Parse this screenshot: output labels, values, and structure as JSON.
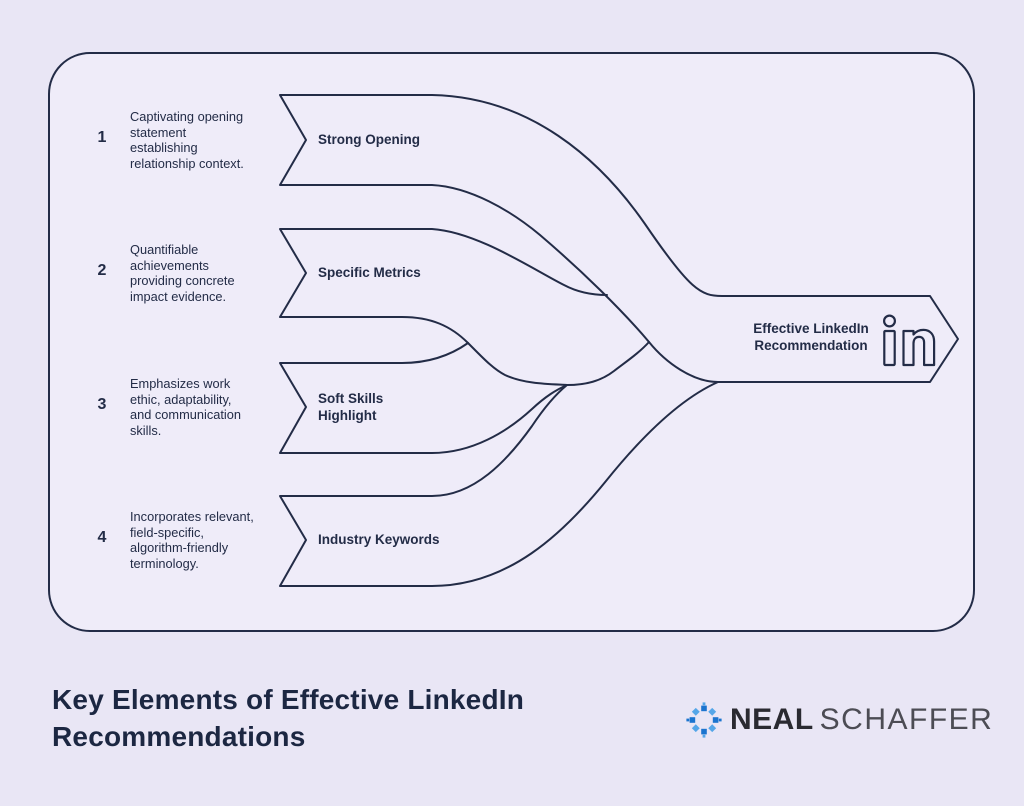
{
  "diagram": {
    "items": [
      {
        "num": "1",
        "desc": "Captivating opening statement establishing relationship context.",
        "label": "Strong Opening"
      },
      {
        "num": "2",
        "desc": "Quantifiable achievements providing concrete impact evidence.",
        "label": "Specific Metrics"
      },
      {
        "num": "3",
        "desc": "Emphasizes work ethic, adaptability, and communication skills.",
        "label": "Soft Skills Highlight"
      },
      {
        "num": "4",
        "desc": "Incorporates relevant, field-specific, algorithm-friendly terminology.",
        "label": "Industry Keywords"
      }
    ],
    "result": {
      "line1": "Effective LinkedIn",
      "line2": "Recommendation",
      "icon": "linkedin-in-icon"
    }
  },
  "footer": {
    "title_line1": "Key Elements of Effective LinkedIn",
    "title_line2": "Recommendations",
    "brand": {
      "icon": "dotted-circle-icon",
      "first": "NEAL",
      "second": "SCHAFFER"
    }
  },
  "colors": {
    "background": "#e9e6f5",
    "card": "#efecf9",
    "line": "#232c47",
    "title": "#1c2742",
    "brand_first": "#2a2a31",
    "brand_second": "#4c4c54",
    "icon_blue_dark": "#1b74cf",
    "icon_blue_light": "#55a6e8"
  }
}
